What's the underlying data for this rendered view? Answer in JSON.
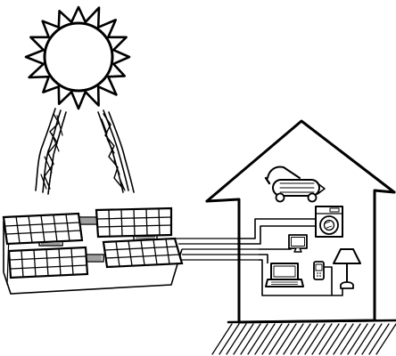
{
  "illustration": {
    "elements": {
      "sun": {
        "icon": "sun-icon",
        "ray_count": 16
      },
      "sunbeams": {
        "icon": "light-beam-icon",
        "count": 2
      },
      "solar_panel_array": {
        "icon": "solar-panel-icon",
        "panel_count": 4
      },
      "wires": {
        "icon": "cable-bundle-icon"
      },
      "house": {
        "icon": "house-icon"
      },
      "appliances": [
        {
          "name": "vacuum-cleaner",
          "icon": "vacuum-cleaner-icon"
        },
        {
          "name": "washing-machine",
          "icon": "washing-machine-icon"
        },
        {
          "name": "television",
          "icon": "television-icon"
        },
        {
          "name": "laptop",
          "icon": "laptop-icon"
        },
        {
          "name": "mobile-phone",
          "icon": "phone-icon"
        },
        {
          "name": "table-lamp",
          "icon": "lamp-icon"
        }
      ],
      "ground": {
        "icon": "ground-hatching-icon"
      }
    },
    "style": {
      "stroke": "#000000",
      "background": "#ffffff"
    }
  }
}
